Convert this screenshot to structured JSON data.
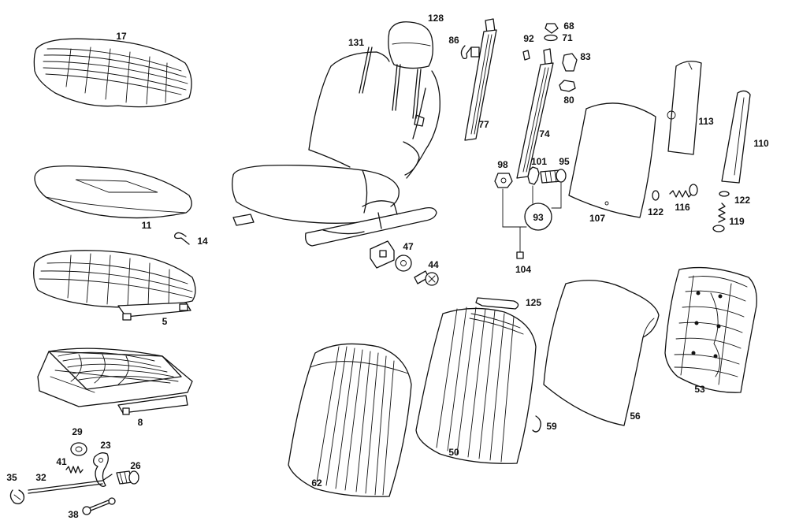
{
  "diagram": {
    "labels": {
      "p17": "17",
      "p11": "11",
      "p14": "14",
      "p5": "5",
      "p8": "8",
      "p29": "29",
      "p23": "23",
      "p41": "41",
      "p26": "26",
      "p35": "35",
      "p32": "32",
      "p38": "38",
      "p131": "131",
      "p128": "128",
      "p86": "86",
      "p77": "77",
      "p47": "47",
      "p44": "44",
      "p92": "92",
      "p68": "68",
      "p71": "71",
      "p83": "83",
      "p80": "80",
      "p74": "74",
      "p98": "98",
      "p101": "101",
      "p95": "95",
      "p93": "93",
      "p104": "104",
      "p107": "107",
      "p113": "113",
      "p110": "110",
      "p122a": "122",
      "p116": "116",
      "p122b": "122",
      "p119": "119",
      "p125": "125",
      "p62": "62",
      "p50": "50",
      "p59": "59",
      "p56": "56",
      "p53": "53"
    }
  }
}
